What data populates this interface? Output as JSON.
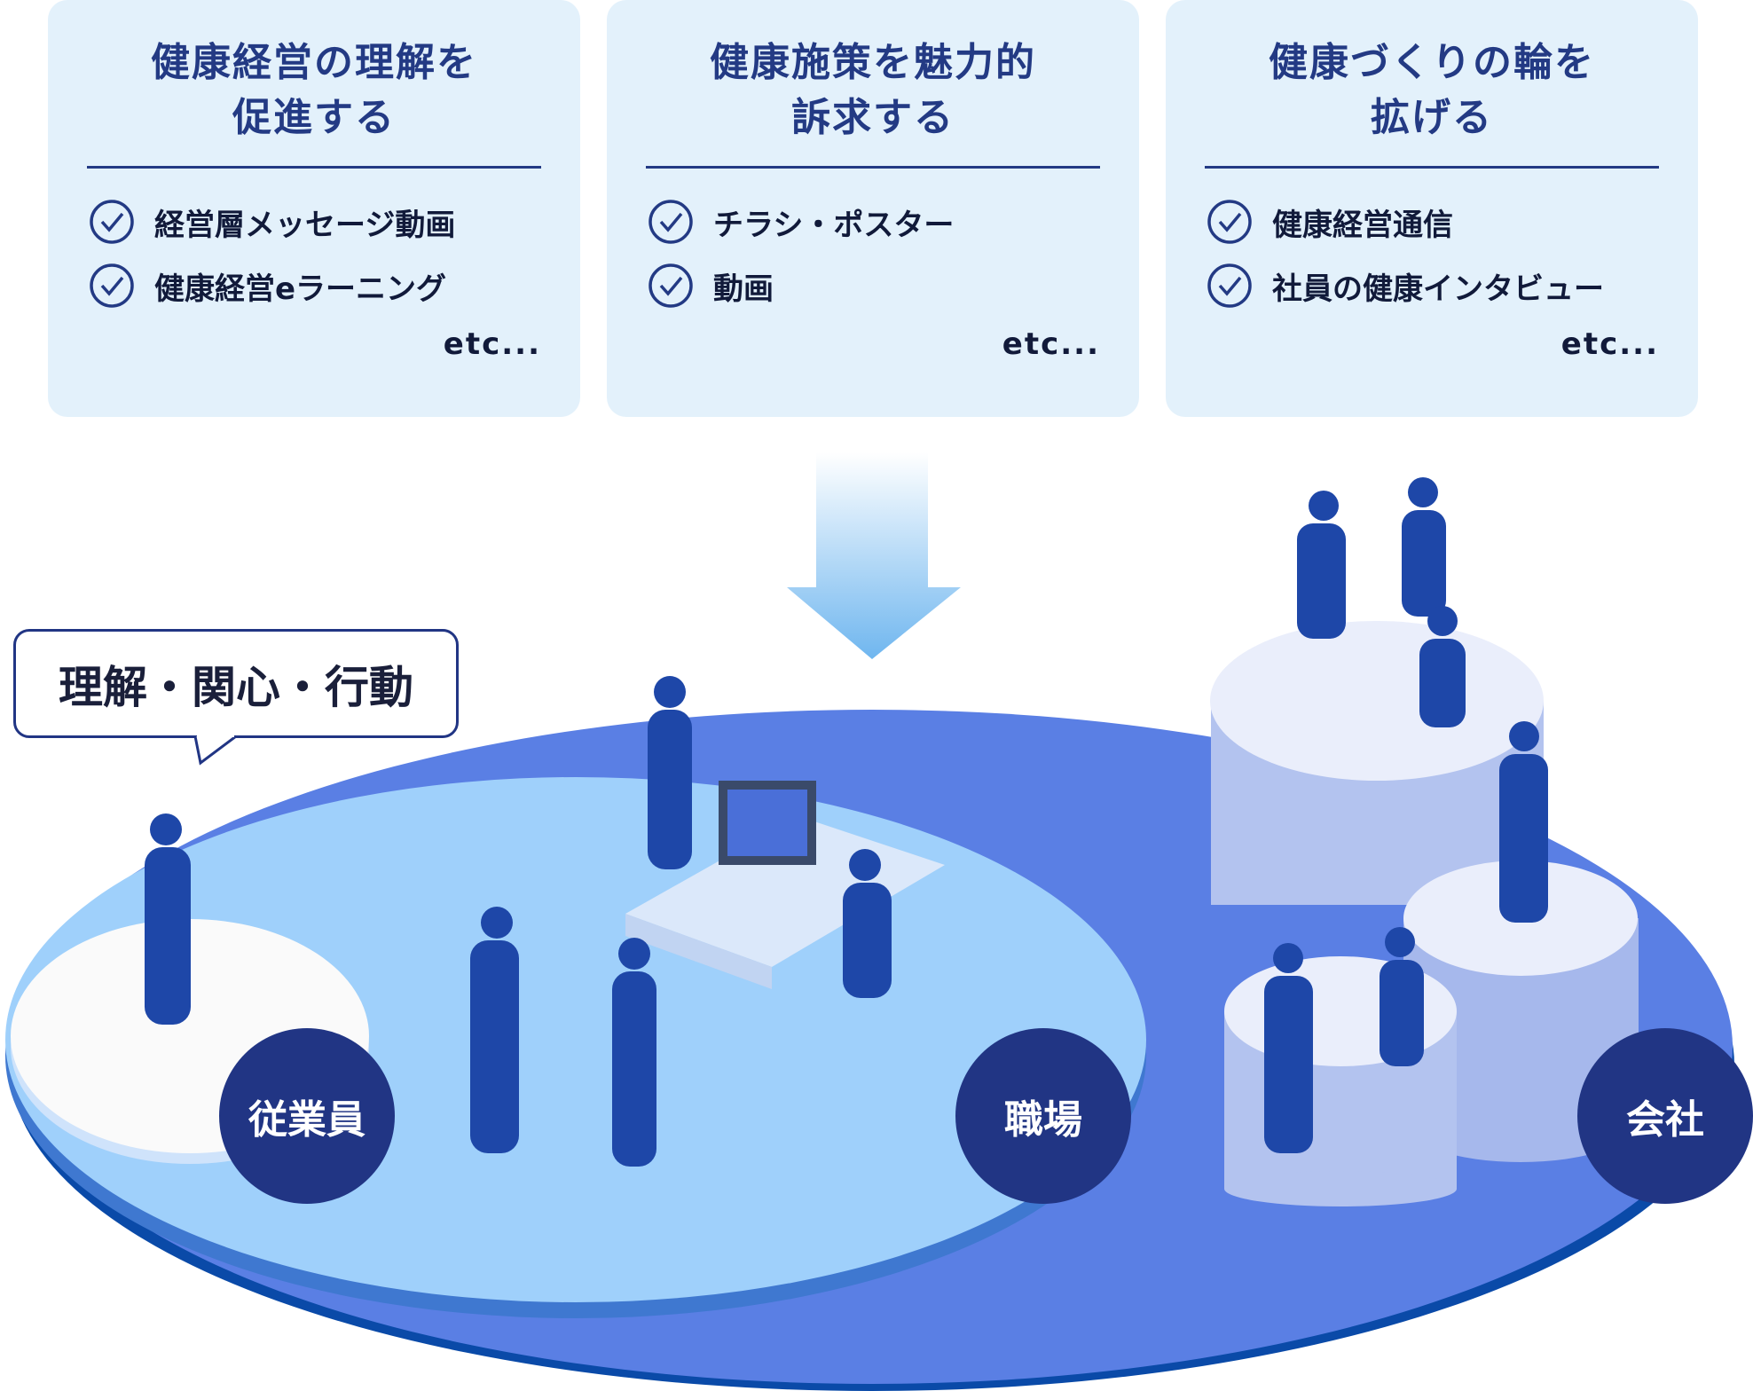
{
  "cards": [
    {
      "title_line1": "健康経営の理解を",
      "title_line2": "促進する",
      "items": [
        "経営層メッセージ動画",
        "健康経営eラーニング"
      ],
      "etc": "etc..."
    },
    {
      "title_line1": "健康施策を魅力的",
      "title_line2": "訴求する",
      "items": [
        "チラシ・ポスター",
        "動画"
      ],
      "etc": "etc..."
    },
    {
      "title_line1": "健康づくりの輪を",
      "title_line2": "拡げる",
      "items": [
        "健康経営通信",
        "社員の健康インタビュー"
      ],
      "etc": "etc..."
    }
  ],
  "bubble": "理解・関心・行動",
  "levels": {
    "employee": "従業員",
    "workplace": "職場",
    "company": "会社"
  },
  "colors": {
    "navy": "#213584",
    "card_bg": "#e3f1fb",
    "platform": "#5a7fe4",
    "workplace": "#9fd0fb"
  }
}
